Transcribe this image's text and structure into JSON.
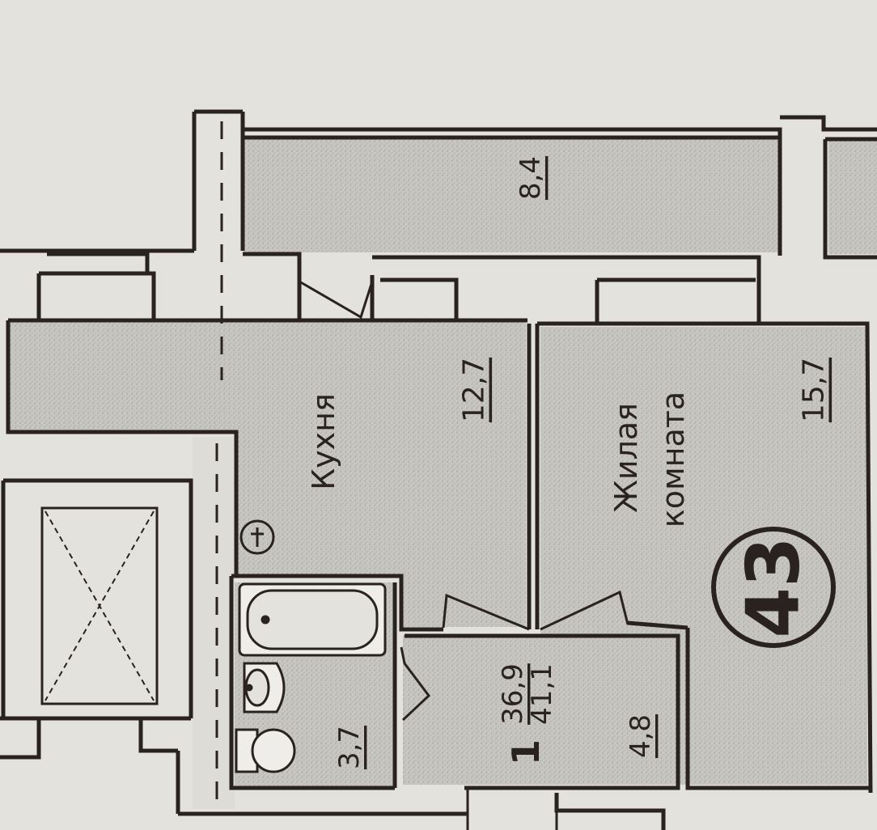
{
  "plan": {
    "apartment_number": "43",
    "room_count": "1",
    "area_living": "36,9",
    "area_total": "41,1",
    "colors": {
      "background": "#e3e2dd",
      "wall": "#2a2220",
      "floor": "#c7c6c1",
      "fixture": "#eeede9"
    }
  },
  "rooms": {
    "balcony": {
      "area": "8,4"
    },
    "kitchen": {
      "name": "Кухня",
      "area": "12,7"
    },
    "living": {
      "name_line1": "Жилая",
      "name_line2": "комната",
      "area": "15,7"
    },
    "hall": {
      "area": "4,8"
    },
    "bathroom": {
      "area": "3,7"
    }
  }
}
